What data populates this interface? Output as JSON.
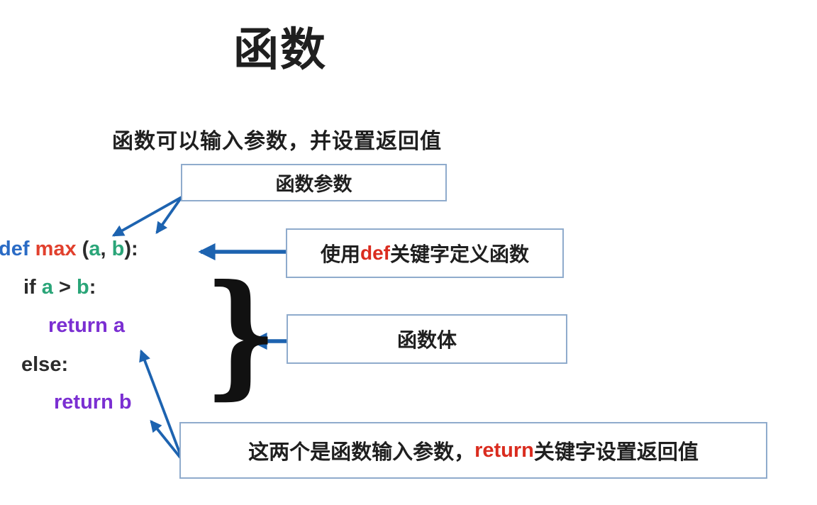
{
  "title": "函数",
  "subtitle": "函数可以输入参数，并设置返回值",
  "brace_glyph": "}",
  "colors": {
    "arrow_blue": "#1d63b0",
    "box_border": "#8fabcc",
    "keyword_blue": "#2a6bc5",
    "function_red": "#e1402d",
    "param_green": "#2aa578",
    "return_purple": "#7b2fd2",
    "code_dark": "#2b2b2b",
    "callout_red": "#da2c1f",
    "background": "#ffffff"
  },
  "callouts": {
    "params": {
      "label": "函数参数"
    },
    "def_keyword": {
      "tokens": [
        {
          "text": "使用 ",
          "color": "text-black"
        },
        {
          "text": "def",
          "color": "callout-red"
        },
        {
          "text": " 关键字定义函数",
          "color": "text-black"
        }
      ]
    },
    "body": {
      "label": "函数体"
    },
    "return_note": {
      "tokens": [
        {
          "text": "这两个是函数输入参数，",
          "color": "text-black"
        },
        {
          "text": "return",
          "color": "callout-red"
        },
        {
          "text": " 关键字设置返回值",
          "color": "text-black"
        }
      ]
    }
  },
  "code": {
    "line_def": {
      "tokens": [
        {
          "text": "def",
          "color": "kw-blue"
        },
        {
          "text": " ",
          "color": "code-dark"
        },
        {
          "text": "max",
          "color": "fn-red"
        },
        {
          "text": " (",
          "color": "code-dark"
        },
        {
          "text": "a",
          "color": "param-green"
        },
        {
          "text": ", ",
          "color": "code-dark"
        },
        {
          "text": "b",
          "color": "param-green"
        },
        {
          "text": "):",
          "color": "code-dark"
        }
      ]
    },
    "line_if": {
      "tokens": [
        {
          "text": "if ",
          "color": "code-dark"
        },
        {
          "text": "a",
          "color": "param-green"
        },
        {
          "text": " > ",
          "color": "code-dark"
        },
        {
          "text": "b",
          "color": "param-green"
        },
        {
          "text": ":",
          "color": "code-dark"
        }
      ]
    },
    "line_return_a": {
      "tokens": [
        {
          "text": "return a",
          "color": "ret-purple"
        }
      ]
    },
    "line_else": {
      "tokens": [
        {
          "text": "else:",
          "color": "code-dark"
        }
      ]
    },
    "line_return_b": {
      "tokens": [
        {
          "text": "return b",
          "color": "ret-purple"
        }
      ]
    }
  }
}
